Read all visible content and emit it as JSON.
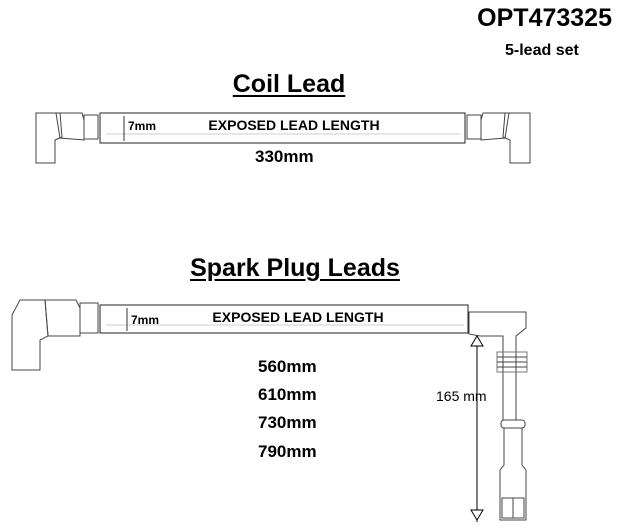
{
  "part_number": "OPT473325",
  "set_description": "5-lead set",
  "coil_lead": {
    "title": "Coil Lead",
    "diameter_label": "7mm",
    "exposed_label": "EXPOSED LEAD LENGTH",
    "length": "330mm"
  },
  "spark_plug_leads": {
    "title": "Spark Plug Leads",
    "diameter_label": "7mm",
    "exposed_label": "EXPOSED LEAD LENGTH",
    "lengths": [
      "560mm",
      "610mm",
      "730mm",
      "790mm"
    ],
    "boot_length": "165 mm"
  }
}
